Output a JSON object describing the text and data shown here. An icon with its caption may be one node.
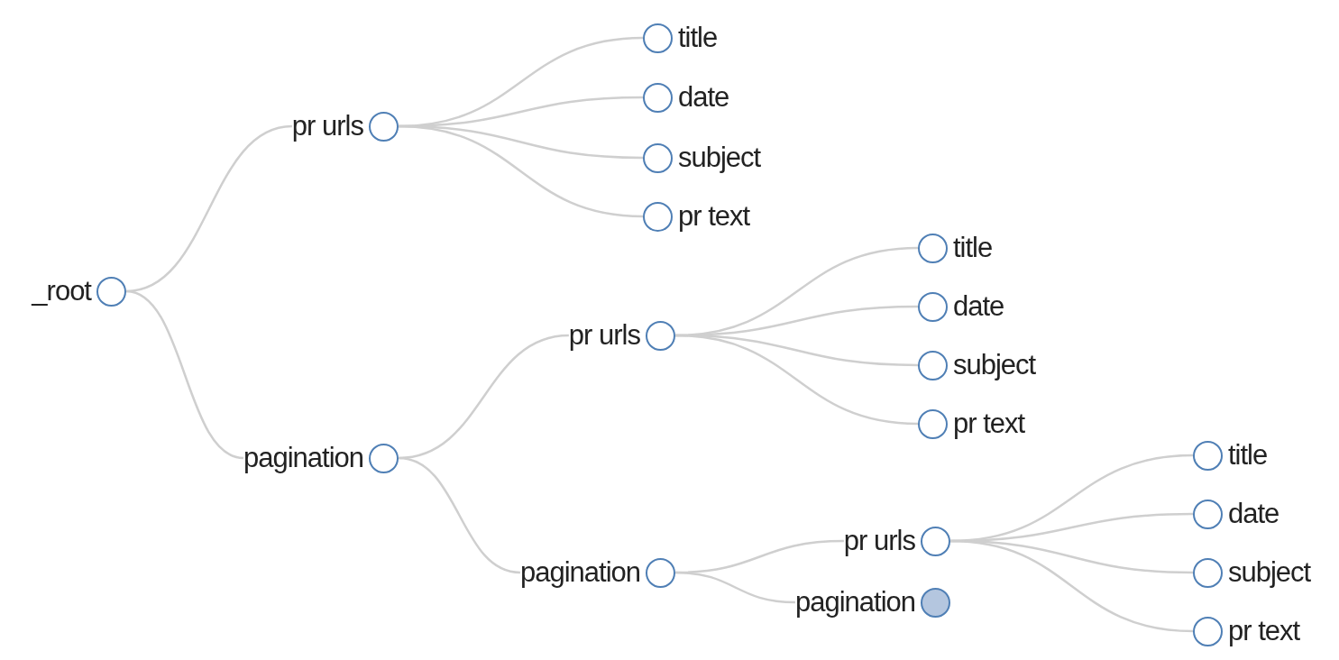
{
  "diagram": {
    "nodes": [
      {
        "text": [
          "_root"
        ]
      },
      {
        "text": [
          "pr urls"
        ]
      },
      {
        "text": [
          "title"
        ]
      },
      {
        "text": [
          "date"
        ]
      },
      {
        "text": [
          "subject"
        ]
      },
      {
        "text": [
          "pr text"
        ]
      },
      {
        "text": [
          "pagination"
        ]
      },
      {
        "text": [
          "pr urls"
        ]
      },
      {
        "text": [
          "title"
        ]
      },
      {
        "text": [
          "date"
        ]
      },
      {
        "text": [
          "subject"
        ]
      },
      {
        "text": [
          "pr text"
        ]
      },
      {
        "text": [
          "pagination"
        ]
      },
      {
        "text": [
          "pr urls"
        ]
      },
      {
        "text": [
          "pagination"
        ]
      },
      {
        "text": [
          "title"
        ]
      },
      {
        "text": [
          "date"
        ]
      },
      {
        "text": [
          "subject"
        ]
      },
      {
        "text": [
          "pr text"
        ]
      }
    ],
    "edges": [
      {
        "from": 0,
        "to": 1,
        "arrow": "none"
      },
      {
        "from": 1,
        "to": 2,
        "arrow": "none"
      },
      {
        "from": 1,
        "to": 3,
        "arrow": "none"
      },
      {
        "from": 1,
        "to": 4,
        "arrow": "none"
      },
      {
        "from": 1,
        "to": 5,
        "arrow": "none"
      },
      {
        "from": 0,
        "to": 6,
        "arrow": "none"
      },
      {
        "from": 6,
        "to": 7,
        "arrow": "none"
      },
      {
        "from": 7,
        "to": 8,
        "arrow": "none"
      },
      {
        "from": 7,
        "to": 9,
        "arrow": "none"
      },
      {
        "from": 7,
        "to": 10,
        "arrow": "none"
      },
      {
        "from": 7,
        "to": 11,
        "arrow": "none"
      },
      {
        "from": 6,
        "to": 12,
        "arrow": "none"
      },
      {
        "from": 12,
        "to": 13,
        "arrow": "none"
      },
      {
        "from": 12,
        "to": 14,
        "arrow": "none"
      },
      {
        "from": 13,
        "to": 15,
        "arrow": "none"
      },
      {
        "from": 13,
        "to": 16,
        "arrow": "none"
      },
      {
        "from": 13,
        "to": 17,
        "arrow": "none"
      },
      {
        "from": 13,
        "to": 18,
        "arrow": "none"
      }
    ]
  }
}
